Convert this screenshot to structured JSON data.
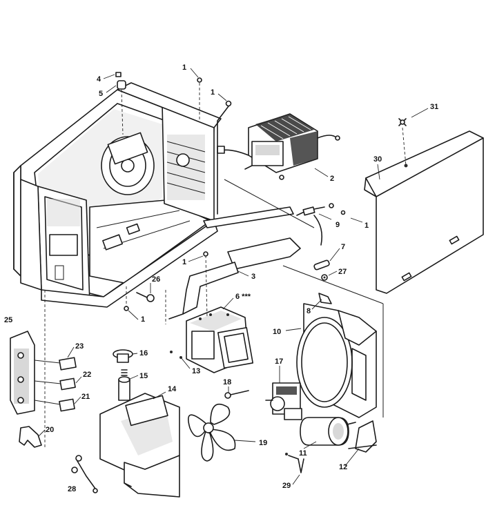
{
  "callouts": [
    {
      "id": "c1a",
      "text": "1"
    },
    {
      "id": "c1b",
      "text": "1"
    },
    {
      "id": "c1c",
      "text": "1"
    },
    {
      "id": "c1d",
      "text": "1"
    },
    {
      "id": "c1e",
      "text": "1"
    },
    {
      "id": "c2",
      "text": "2"
    },
    {
      "id": "c3",
      "text": "3"
    },
    {
      "id": "c4",
      "text": "4"
    },
    {
      "id": "c5",
      "text": "5"
    },
    {
      "id": "c6",
      "text": "6 ***"
    },
    {
      "id": "c7",
      "text": "7"
    },
    {
      "id": "c8",
      "text": "8"
    },
    {
      "id": "c9",
      "text": "9"
    },
    {
      "id": "c10",
      "text": "10"
    },
    {
      "id": "c11",
      "text": "11"
    },
    {
      "id": "c12",
      "text": "12"
    },
    {
      "id": "c13",
      "text": "13"
    },
    {
      "id": "c14",
      "text": "14"
    },
    {
      "id": "c15",
      "text": "15"
    },
    {
      "id": "c16",
      "text": "16"
    },
    {
      "id": "c17",
      "text": "17"
    },
    {
      "id": "c18",
      "text": "18"
    },
    {
      "id": "c19",
      "text": "19"
    },
    {
      "id": "c20",
      "text": "20"
    },
    {
      "id": "c21",
      "text": "21"
    },
    {
      "id": "c22",
      "text": "22"
    },
    {
      "id": "c23",
      "text": "23"
    },
    {
      "id": "c25",
      "text": "25"
    },
    {
      "id": "c26",
      "text": "26"
    },
    {
      "id": "c27",
      "text": "27"
    },
    {
      "id": "c28",
      "text": "28"
    },
    {
      "id": "c29",
      "text": "29"
    },
    {
      "id": "c30",
      "text": "30"
    },
    {
      "id": "c31",
      "text": "31"
    }
  ]
}
